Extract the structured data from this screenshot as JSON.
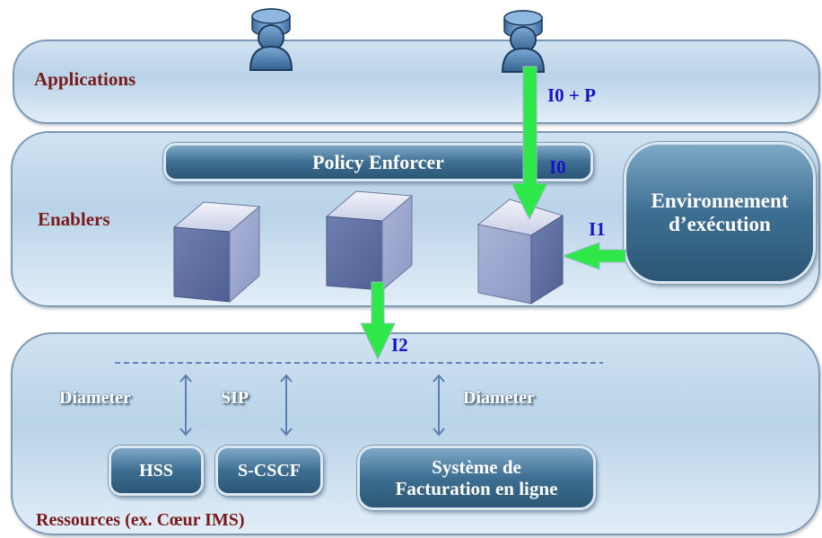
{
  "layers": {
    "applications": "Applications",
    "enablers": "Enablers",
    "resources": "Ressources (ex. Cœur IMS)"
  },
  "boxes": {
    "policy_enforcer": "Policy Enforcer",
    "exec_env_line1": "Environnement",
    "exec_env_line2": "d’exécution",
    "hss": "HSS",
    "scscf": "S-CSCF",
    "billing_line1": "Système de",
    "billing_line2": "Facturation en ligne"
  },
  "protocols": {
    "diameter_left": "Diameter",
    "sip": "SIP",
    "diameter_right": "Diameter"
  },
  "interfaces": {
    "i0_p": "I0 + P",
    "i0": "I0",
    "i1": "I1",
    "i2": "I2"
  },
  "icons": [
    "user-icon",
    "user-icon",
    "cube-icon",
    "cube-icon",
    "cube-icon"
  ],
  "colors": {
    "layer_label": "#7a1a1a",
    "interface_label": "#1414c8",
    "flow_arrow": "#2ee84a",
    "dark_box": "#3d6f92",
    "protocol_arrow": "#5b7fb0"
  }
}
